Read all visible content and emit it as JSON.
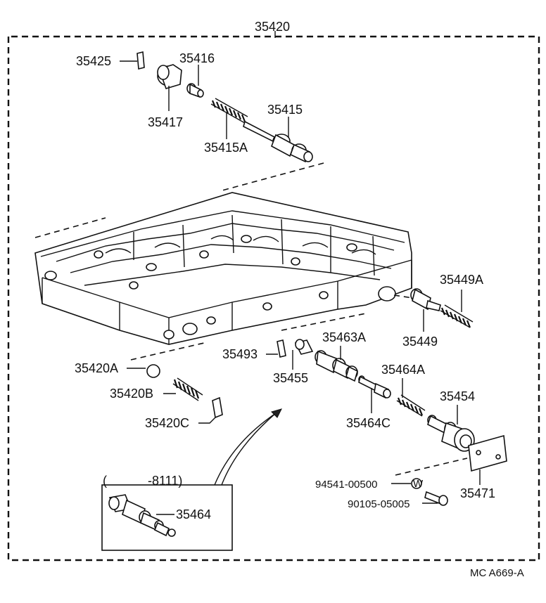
{
  "assembly_label": "35420",
  "labels": {
    "p35425": "35425",
    "p35416": "35416",
    "p35417": "35417",
    "p35415": "35415",
    "p35415A": "35415A",
    "p35449A": "35449A",
    "p35449": "35449",
    "p35493": "35493",
    "p35463A": "35463A",
    "p35455": "35455",
    "p35420A": "35420A",
    "p35464A": "35464A",
    "p35420B": "35420B",
    "p35454": "35454",
    "p35464C": "35464C",
    "p35420C": "35420C",
    "p94541": "94541-00500",
    "p35471": "35471",
    "p90105": "90105-05005",
    "p35464": "35464"
  },
  "inset": {
    "open_paren": "(",
    "range": "-8111)"
  },
  "footer_code": "MC  A669-A"
}
